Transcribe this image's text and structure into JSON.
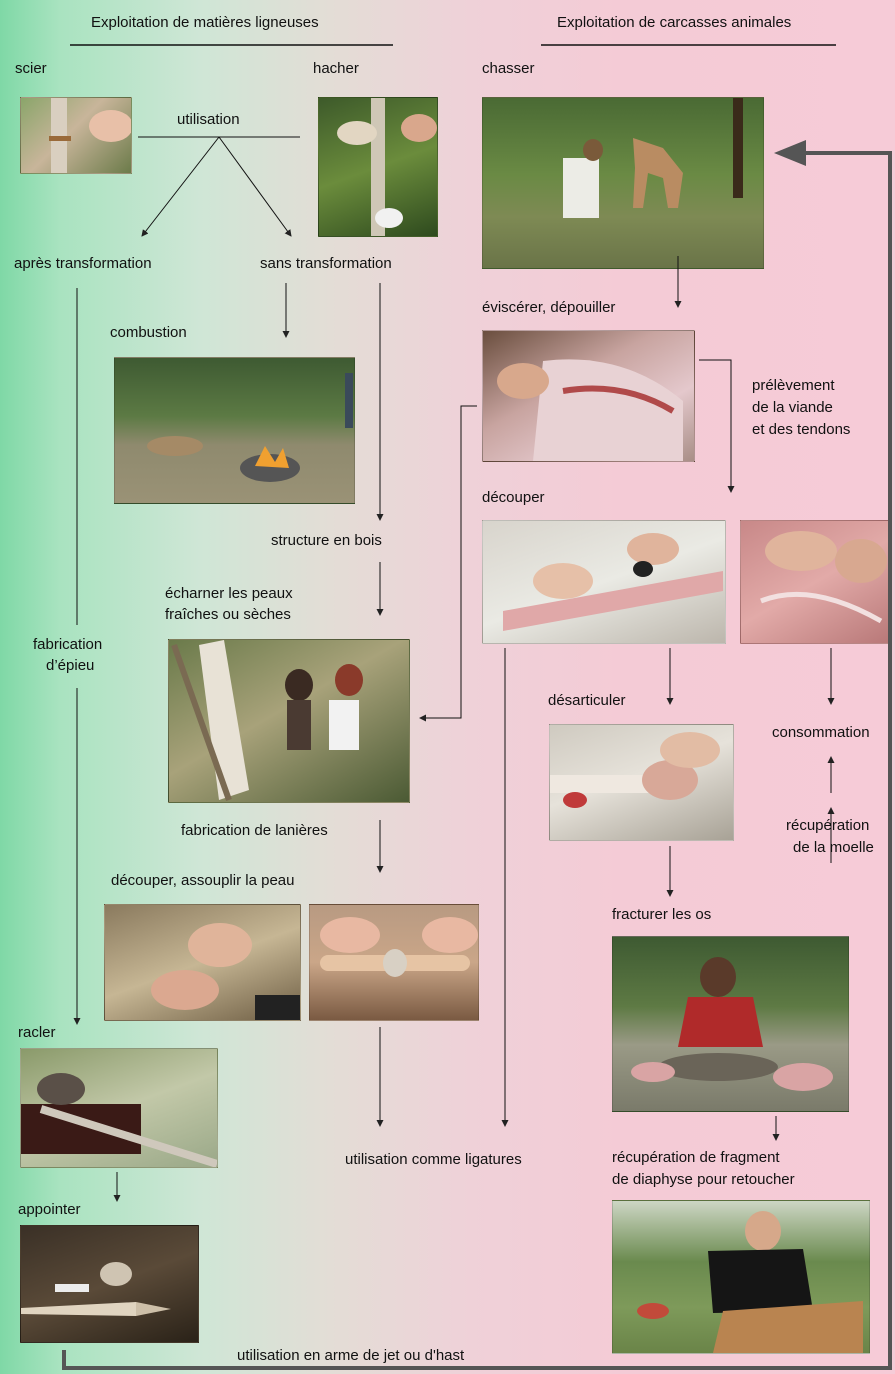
{
  "headers": {
    "left": "Exploitation de matières ligneuses",
    "right": "Exploitation de carcasses animales"
  },
  "labels": {
    "scier": "scier",
    "hacher": "hacher",
    "utilisation": "utilisation",
    "apres_transformation": "après transformation",
    "sans_transformation": "sans transformation",
    "combustion": "combustion",
    "structure_en_bois": "structure en bois",
    "echarner_1": "écharner les peaux",
    "echarner_2": "fraîches ou sèches",
    "fabrication_epieu_1": "fabrication",
    "fabrication_epieu_2": "d’épieu",
    "fabrication_lanieres": "fabrication de lanières",
    "decouper_assouplir": "découper, assouplir la peau",
    "racler": "racler",
    "appointer": "appointer",
    "utilisation_ligatures": "utilisation comme ligatures",
    "utilisation_arme": "utilisation en arme de jet ou d'hast",
    "chasser": "chasser",
    "eviscerer": "éviscérer, dépouiller",
    "prelevement_1": "prélèvement",
    "prelevement_2": "de la viande",
    "prelevement_3": "et des tendons",
    "decouper": "découper",
    "desarticuler": "désarticuler",
    "consommation": "consommation",
    "recuperation_moelle_1": "récupération",
    "recuperation_moelle_2": "de la moelle",
    "fracturer": "fracturer les os",
    "recuperation_fragment_1": "récupération de fragment",
    "recuperation_fragment_2": "de diaphyse pour retoucher"
  },
  "photos": {
    "scier": "sawing-tree-photo",
    "hacher": "chopping-tree-photo",
    "combustion": "campfire-photo",
    "echarner": "hide-scraping-frame-photo",
    "decouper_peau": "cutting-hide-photo",
    "assouplir_peau": "softening-hide-photo",
    "racler": "scraping-spear-photo",
    "appointer": "pointed-spear-photo",
    "chasser": "hunting-deer-photo",
    "eviscerer": "skinning-carcass-photo",
    "decouper_carcasse": "cutting-carcass-photo",
    "tendons": "extracting-tendons-photo",
    "desarticuler": "disarticulating-photo",
    "fracturer": "breaking-bones-photo",
    "retoucher": "retouching-tool-photo"
  },
  "colors": {
    "left_bg": "#7fd8a6",
    "right_bg": "#f6cbd7",
    "arrow": "#222222",
    "loop_arrow": "#555555"
  }
}
